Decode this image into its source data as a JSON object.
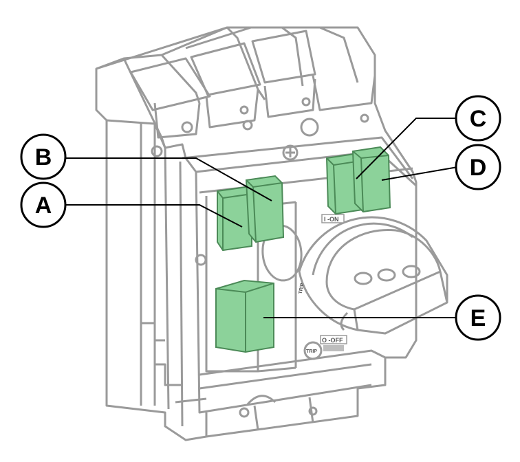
{
  "diagram": {
    "colors": {
      "outline": "#9a9a9a",
      "module_fill": "#8cd29a",
      "module_stroke": "#4b8a57",
      "leader": "#000000",
      "background": "#ffffff"
    },
    "callouts": [
      {
        "id": "A",
        "letter": "A"
      },
      {
        "id": "B",
        "letter": "B"
      },
      {
        "id": "C",
        "letter": "C"
      },
      {
        "id": "D",
        "letter": "D"
      },
      {
        "id": "E",
        "letter": "E"
      }
    ],
    "handle_labels": {
      "on": "I -ON",
      "off": "O -OFF",
      "trip": "TRIP",
      "trip_button": "TRIP"
    }
  }
}
